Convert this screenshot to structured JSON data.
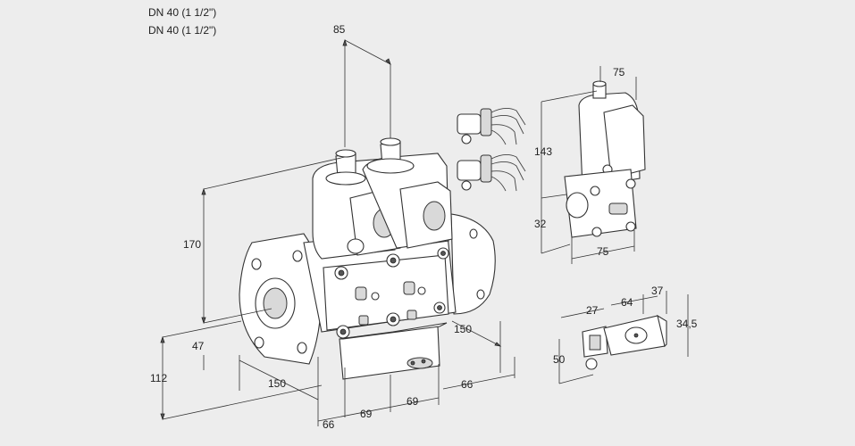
{
  "header": {
    "line1": "DN 40 (1 1/2\")",
    "line2": "DN 40 (1 1/2\")"
  },
  "dimensions": {
    "top_85": "85",
    "height_170": "170",
    "height_47": "47",
    "height_112": "112",
    "depth_150_left": "150",
    "width_66_bottom": "66",
    "width_69_a": "69",
    "width_69_b": "69",
    "depth_150_right": "150",
    "width_66_right": "66",
    "actuator_75_top": "75",
    "actuator_143": "143",
    "actuator_32": "32",
    "actuator_75_bottom": "75",
    "switch_27": "27",
    "switch_64": "64",
    "switch_37": "37",
    "switch_34_5": "34,5",
    "switch_50": "50"
  },
  "colors": {
    "background": "#ededed",
    "line": "#333333",
    "body_fill": "#ffffff"
  }
}
